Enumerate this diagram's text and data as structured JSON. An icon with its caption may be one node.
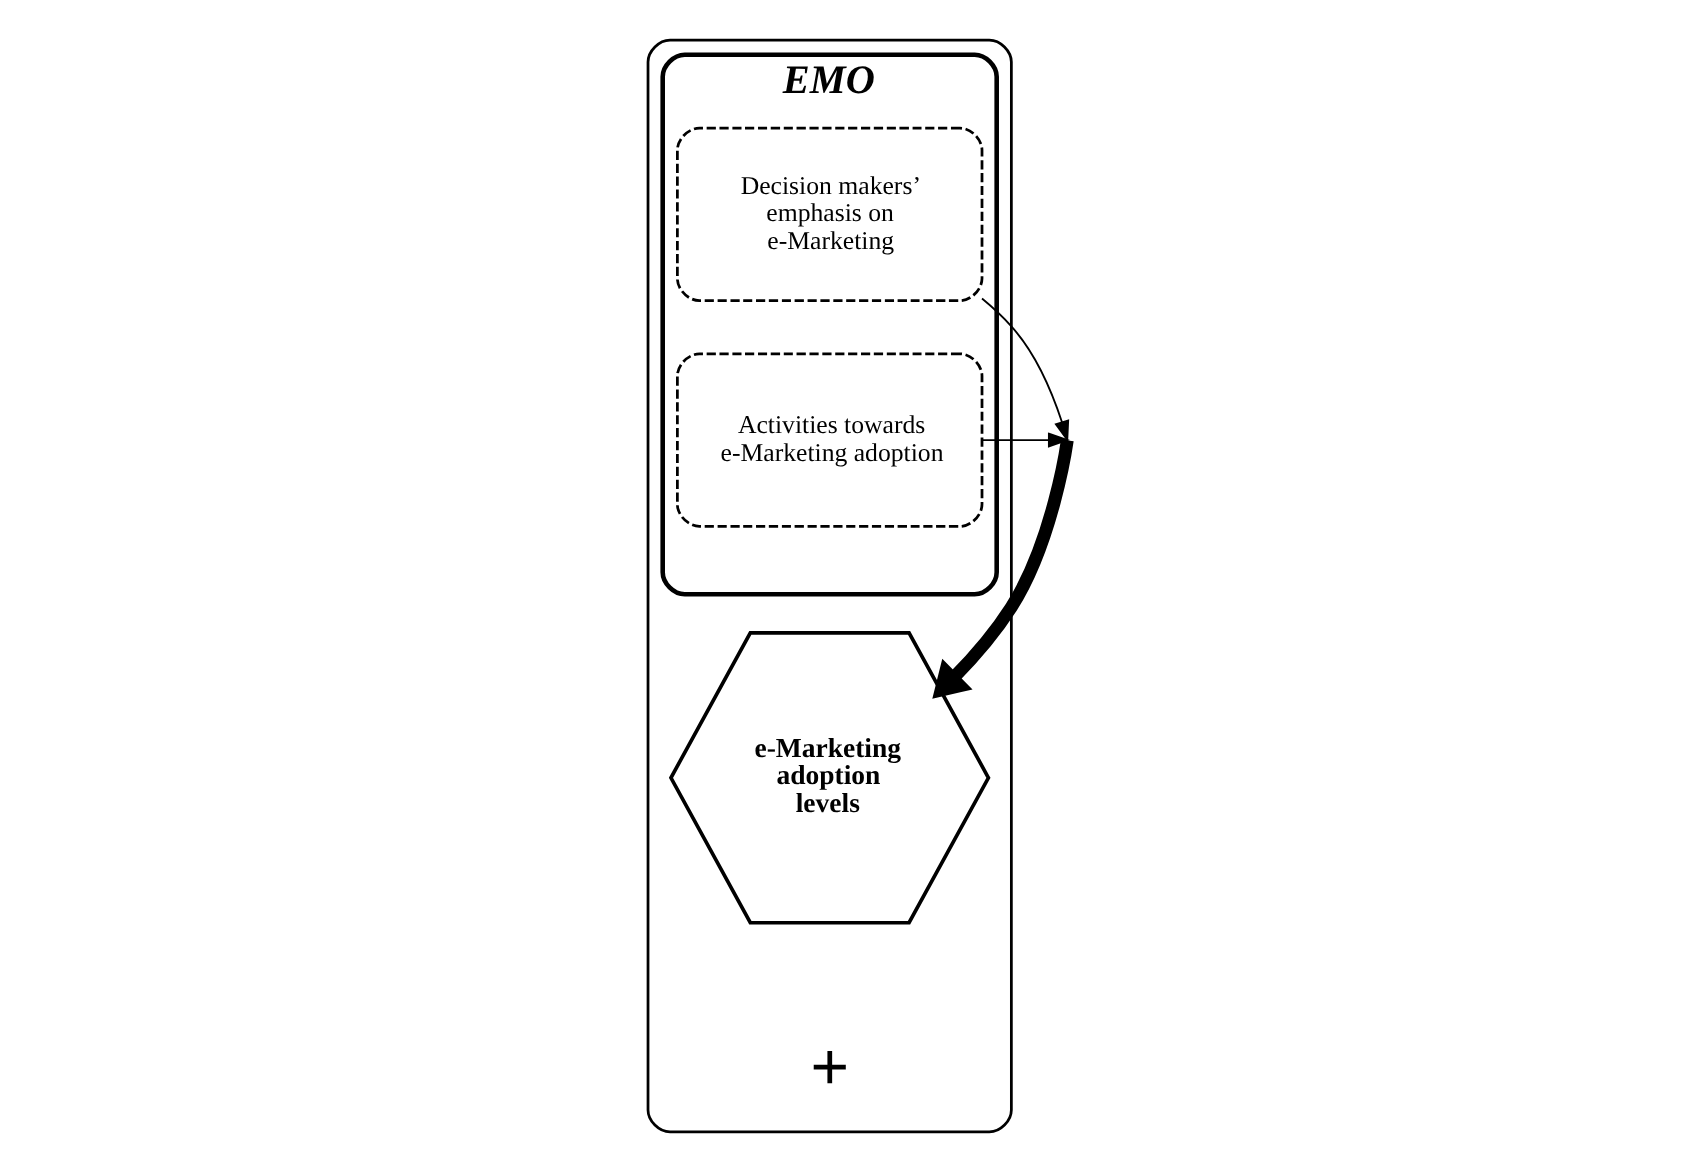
{
  "diagram": {
    "nodes": [
      {
        "text": [],
        "shape": "ellipse"
      },
      {
        "text": [
          "EMO"
        ],
        "in": 0
      },
      {
        "text": [
          "Decision makers’ emphasis on e-Marketing"
        ],
        "in": 1
      },
      {
        "text": [
          "Activities towards e-Marketing adoption"
        ],
        "in": 1
      },
      {
        "text": [
          "e-Marketing adoption levels"
        ],
        "in": 0
      }
    ],
    "edges": [
      {
        "from": 2,
        "to": null,
        "arrow": "to"
      },
      {
        "from": 3,
        "to": null,
        "arrow": "to"
      },
      {
        "from": null,
        "to": 4,
        "arrow": "to",
        "style": "thick"
      }
    ],
    "labels": [
      "+"
    ]
  }
}
